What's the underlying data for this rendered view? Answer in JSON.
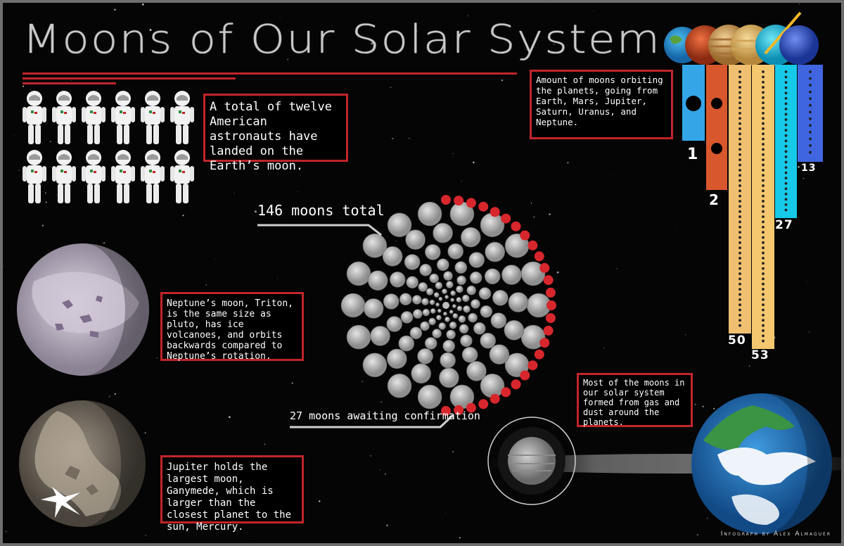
{
  "title": "Moons of Our Solar System",
  "astronauts": {
    "count": 12,
    "text": "A total of twelve American astronauts have landed on the Earth’s moon."
  },
  "bars": {
    "caption": "Amount of moons orbiting the planets, going from Earth, Mars, Jupiter, Saturn, Uranus, and Neptune.",
    "items": [
      {
        "planet": "Earth",
        "value": "1",
        "color": "#34a6e8"
      },
      {
        "planet": "Mars",
        "value": "2",
        "color": "#d9572d"
      },
      {
        "planet": "Jupiter",
        "value": "50",
        "color": "#f0c070"
      },
      {
        "planet": "Saturn",
        "value": "53",
        "color": "#f5c76f"
      },
      {
        "planet": "Uranus",
        "value": "27",
        "color": "#17c9e8"
      },
      {
        "planet": "Neptune",
        "value": "13",
        "color": "#3f66e0"
      }
    ]
  },
  "spiral": {
    "total_label": "146 moons total",
    "awaiting_label": "27 moons awaiting confirmation"
  },
  "facts": {
    "triton": "Neptune’s moon, Triton, is the same size as pluto, has ice volcanoes, and orbits backwards compared to Neptune’s rotation.",
    "ganymede": "Jupiter holds the largest moon, Ganymede, which is larger than the closest planet to the sun, Mercury.",
    "formation": "Most of the moons in our solar system formed from gas and dust around the planets."
  },
  "credit": "Infograph by Alex Almaguer",
  "colors": {
    "accent": "#c0252a",
    "background": "#050505",
    "moon_gray": "#bdbdbd",
    "confirm_red": "#d8262d"
  }
}
